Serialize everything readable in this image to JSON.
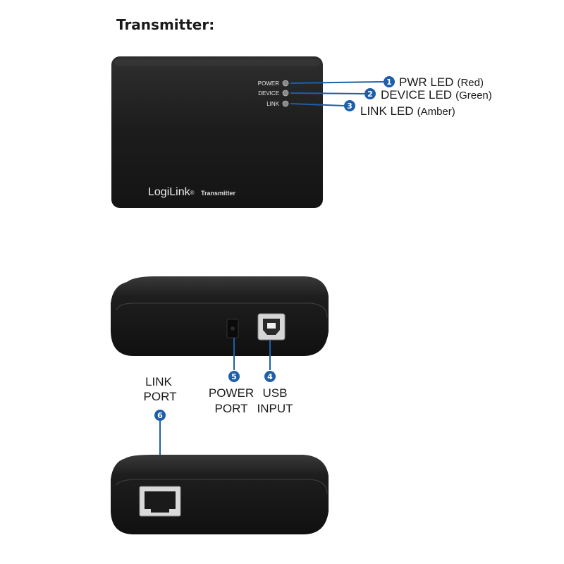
{
  "title": "Transmitter:",
  "device": {
    "brand": "LogiLink",
    "brand_mark": "®",
    "model": "Transmitter",
    "led_labels": [
      "POWER",
      "DEVICE",
      "LINK"
    ]
  },
  "callouts": [
    {
      "number": "1",
      "label": "PWR LED",
      "note": "(Red)"
    },
    {
      "number": "2",
      "label": "DEVICE LED",
      "note": "(Green)"
    },
    {
      "number": "3",
      "label": "LINK LED",
      "note": "(Amber)"
    }
  ],
  "ports": [
    {
      "number": "4",
      "line1": "USB",
      "line2": "INPUT"
    },
    {
      "number": "5",
      "line1": "POWER",
      "line2": "PORT"
    },
    {
      "number": "6",
      "line1": "LINK",
      "line2": "PORT"
    }
  ],
  "colors": {
    "accent": "#1f5ea8",
    "device_body": "#1b1b1b",
    "led_red": "#c0392b",
    "led_green": "#27ae60",
    "led_amber": "#e0a030"
  }
}
